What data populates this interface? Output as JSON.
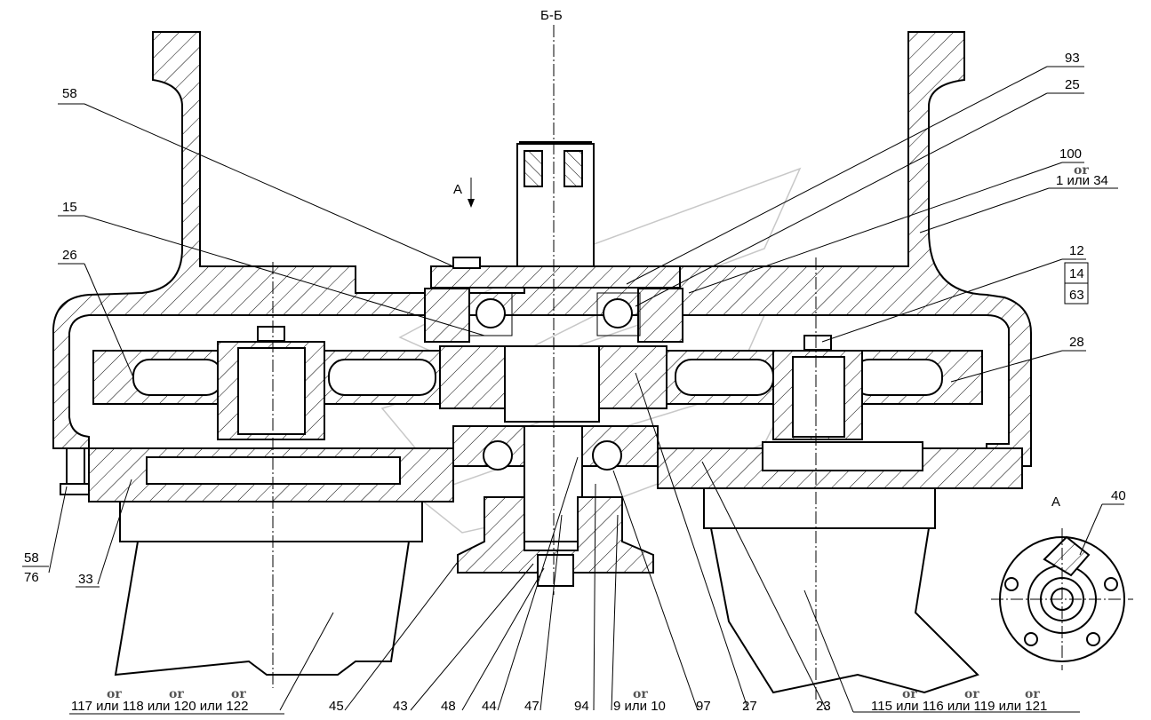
{
  "section_title": "Б-Б",
  "view_label_top": "А",
  "view_label_right": "А",
  "or_word": "or",
  "callouts": {
    "c93": "93",
    "c25": "25",
    "c100": "100",
    "c1_34": "1 или 34",
    "c58": "58",
    "c15": "15",
    "c26": "26",
    "c12": "12",
    "c14": "14",
    "c63": "63",
    "c28": "28",
    "c58b": "58",
    "c76": "76",
    "c33": "33",
    "c40": "40"
  },
  "bottom_labels": {
    "b117": "117 или 118 или 120 или 122",
    "b45": "45",
    "b43": "43",
    "b48": "48",
    "b44": "44",
    "b47": "47",
    "b94": "94",
    "b9": "9 или 10",
    "b97": "97",
    "b27": "27",
    "b23": "23",
    "b115": "115 или 116 или 119 или 121"
  }
}
